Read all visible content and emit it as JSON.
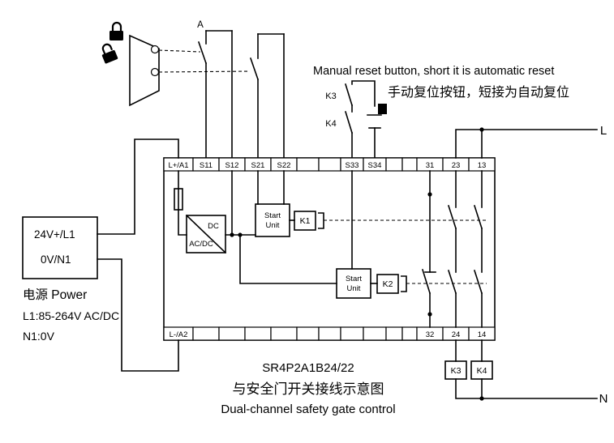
{
  "colors": {
    "line": "#000000",
    "background": "#ffffff"
  },
  "gate_switch": {
    "point_label": "A"
  },
  "reset_circuit": {
    "note_en": "Manual reset button, short it is automatic reset",
    "note_zh": "手动复位按钮，短接为自动复位",
    "contact1": "K3",
    "contact2": "K4"
  },
  "power_supply": {
    "terminal_positive": "24V+/L1",
    "terminal_negative": "0V/N1",
    "name": "电源 Power",
    "spec_line1": "L1:85-264V AC/DC",
    "spec_line2": "N1:0V"
  },
  "relay_module": {
    "top_terminals": [
      "L+/A1",
      "S11",
      "S12",
      "S21",
      "S22",
      "",
      "",
      "S33",
      "S34",
      "",
      "",
      "31",
      "23",
      "13"
    ],
    "bottom_terminals": [
      "L-/A2",
      "",
      "",
      "",
      "",
      "",
      "",
      "",
      "",
      "",
      "",
      "32",
      "24",
      "14"
    ],
    "converter_label_top": "DC",
    "converter_label_bottom": "AC/DC",
    "start_unit1_line1": "Start",
    "start_unit1_line2": "Unit",
    "start_unit2_line1": "Start",
    "start_unit2_line2": "Unit",
    "relay1": "K1",
    "relay2": "K2"
  },
  "output_circuit": {
    "line_live": "L",
    "line_neutral": "N",
    "contactor1": "K3",
    "contactor2": "K4"
  },
  "caption": {
    "model": "SR4P2A1B24/22",
    "subtitle_zh": "与安全门开关接线示意图",
    "subtitle_en": "Dual-channel safety gate control"
  }
}
